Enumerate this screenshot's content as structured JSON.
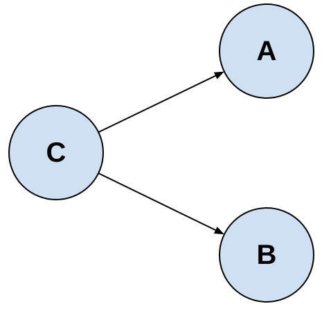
{
  "diagram": {
    "node_fill": "#cfe0f3",
    "stroke_color": "#000000",
    "nodes": [
      {
        "id": "C",
        "label": "C"
      },
      {
        "id": "A",
        "label": "A"
      },
      {
        "id": "B",
        "label": "B"
      }
    ],
    "edges": [
      {
        "from": "C",
        "to": "A"
      },
      {
        "from": "C",
        "to": "B"
      }
    ]
  }
}
